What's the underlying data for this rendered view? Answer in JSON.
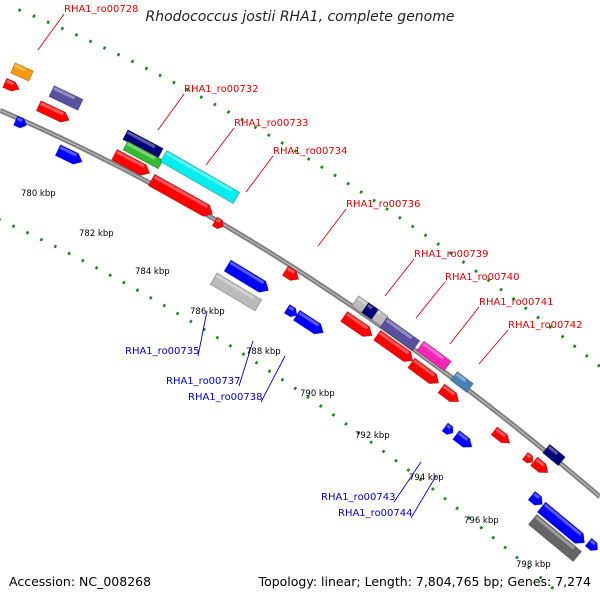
{
  "title": "Rhodococcus jostii RHA1, complete genome",
  "footer": {
    "accession": "Accession: NC_008268",
    "topology": "Topology: linear; Length: 7,804,765 bp; Genes: 7,274"
  },
  "colors": {
    "backbone": "#808080",
    "tick_dots": "#1a8a1a",
    "forward_label": "#dd0000",
    "reverse_label": "#0000cc",
    "cds": "#ff0000",
    "reverse_cds": "#0000ff"
  },
  "scale_ticks": [
    {
      "label": "780 kbp",
      "pos": 780
    },
    {
      "label": "782 kbp",
      "pos": 782
    },
    {
      "label": "784 kbp",
      "pos": 784
    },
    {
      "label": "786 kbp",
      "pos": 786
    },
    {
      "label": "788 kbp",
      "pos": 788
    },
    {
      "label": "790 kbp",
      "pos": 790
    },
    {
      "label": "792 kbp",
      "pos": 792
    },
    {
      "label": "794 kbp",
      "pos": 794
    },
    {
      "label": "796 kbp",
      "pos": 796
    },
    {
      "label": "798 kbp",
      "pos": 798
    }
  ],
  "gene_labels": [
    {
      "text": "RHA1_ro00728",
      "strand": "forward"
    },
    {
      "text": "RHA1_ro00732",
      "strand": "forward"
    },
    {
      "text": "RHA1_ro00733",
      "strand": "forward"
    },
    {
      "text": "RHA1_ro00734",
      "strand": "forward"
    },
    {
      "text": "RHA1_ro00736",
      "strand": "forward"
    },
    {
      "text": "RHA1_ro00739",
      "strand": "forward"
    },
    {
      "text": "RHA1_ro00740",
      "strand": "forward"
    },
    {
      "text": "RHA1_ro00741",
      "strand": "forward"
    },
    {
      "text": "RHA1_ro00742",
      "strand": "forward"
    },
    {
      "text": "RHA1_ro00735",
      "strand": "reverse"
    },
    {
      "text": "RHA1_ro00737",
      "strand": "reverse"
    },
    {
      "text": "RHA1_ro00738",
      "strand": "reverse"
    },
    {
      "text": "RHA1_ro00743",
      "strand": "reverse"
    },
    {
      "text": "RHA1_ro00744",
      "strand": "reverse"
    }
  ]
}
